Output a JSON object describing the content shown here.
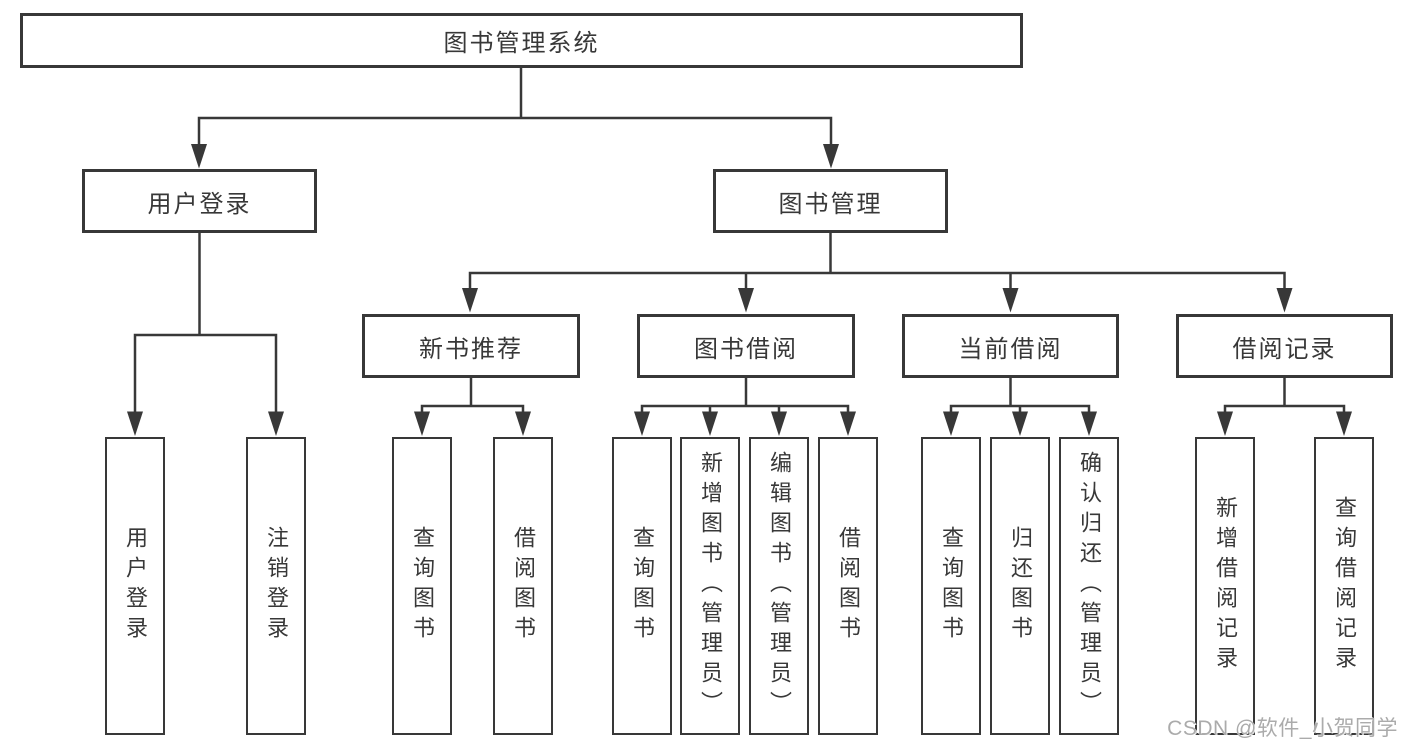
{
  "colors": {
    "line": "#383838",
    "text": "#383838",
    "watermark": "#ababab",
    "bg": "#ffffff"
  },
  "watermark": "CSDN @软件_小贺同学",
  "tree": {
    "root": {
      "label": "图书管理系统"
    },
    "branches": [
      {
        "label": "用户登录",
        "children": [
          {
            "label": "用户登录"
          },
          {
            "label": "注销登录"
          }
        ]
      },
      {
        "label": "图书管理",
        "children": [
          {
            "label": "新书推荐",
            "children": [
              {
                "label": "查询图书"
              },
              {
                "label": "借阅图书"
              }
            ]
          },
          {
            "label": "图书借阅",
            "children": [
              {
                "label": "查询图书"
              },
              {
                "label": "新增图书（管理员）"
              },
              {
                "label": "编辑图书（管理员）"
              },
              {
                "label": "借阅图书"
              }
            ]
          },
          {
            "label": "当前借阅",
            "children": [
              {
                "label": "查询图书"
              },
              {
                "label": "归还图书"
              },
              {
                "label": "确认归还（管理员）"
              }
            ]
          },
          {
            "label": "借阅记录",
            "children": [
              {
                "label": "新增借阅记录"
              },
              {
                "label": "查询借阅记录"
              }
            ]
          }
        ]
      }
    ]
  }
}
